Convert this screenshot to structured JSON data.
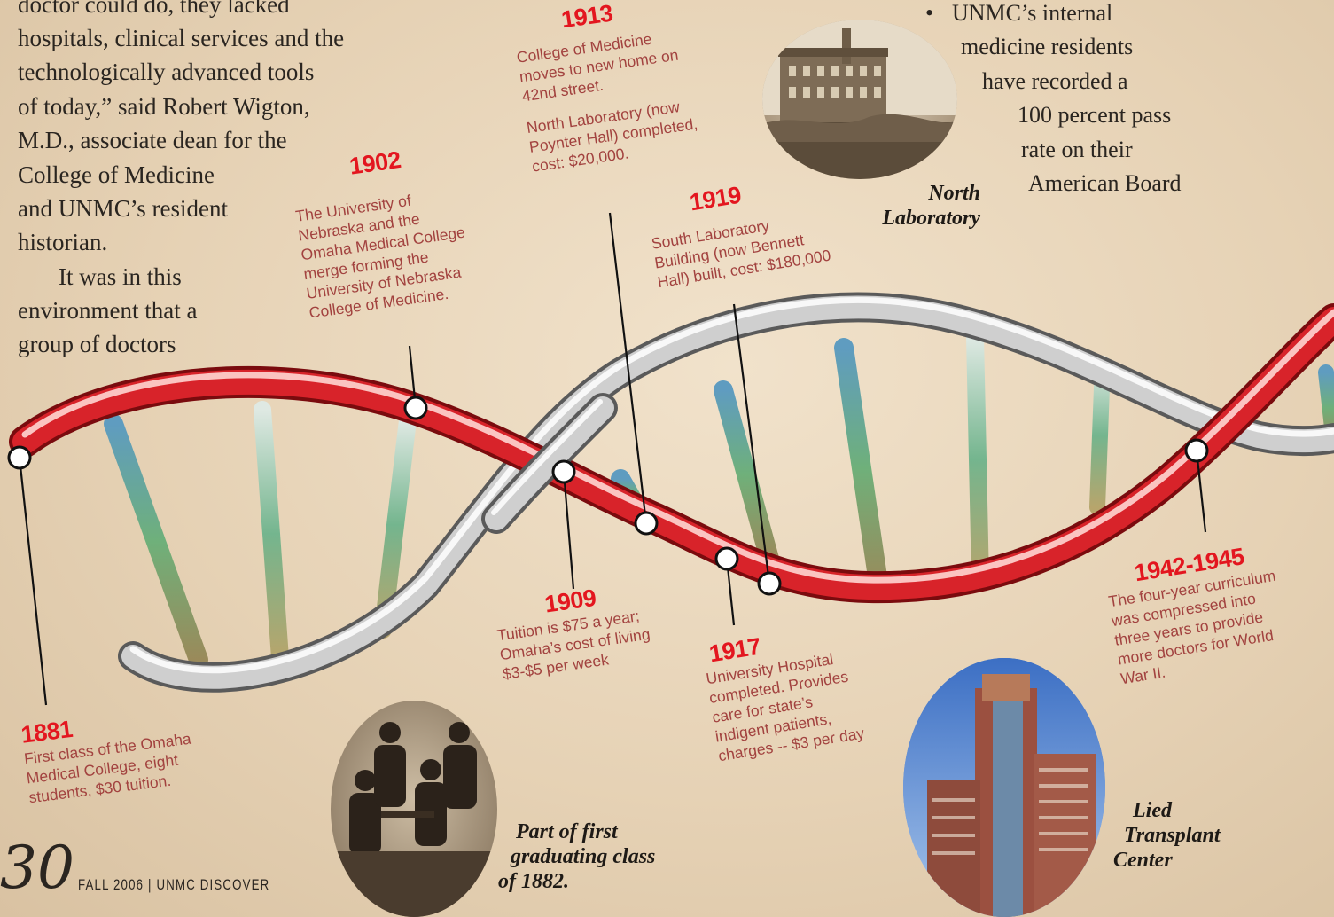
{
  "intro_text": [
    "doctor could do, they lacked",
    "hospitals, clinical services and the",
    "technologically advanced tools",
    "of today,” said Robert Wigton,",
    "M.D., associate dean for the",
    "College of Medicine",
    "and UNMC’s resident",
    "historian.",
    "It was in this",
    "environment that a",
    "group of doctors"
  ],
  "sidebar_bullet": {
    "marker": "•",
    "lines": [
      "UNMC’s internal",
      "medicine residents",
      "have recorded a",
      "100 percent pass",
      "rate on their",
      "American Board"
    ]
  },
  "timeline": [
    {
      "id": "1881",
      "year": "1881",
      "lines": [
        "First class of the Omaha",
        "Medical College, eight",
        "students, $30 tuition."
      ]
    },
    {
      "id": "1902",
      "year": "1902",
      "lines": [
        "The University of",
        "Nebraska and the",
        "Omaha Medical College",
        "merge forming the",
        "University of Nebraska",
        "College of Medicine."
      ]
    },
    {
      "id": "1909",
      "year": "1909",
      "lines": [
        "Tuition is $75 a year;",
        "Omaha’s cost of living",
        "$3-$5 per week"
      ]
    },
    {
      "id": "1913",
      "year": "1913",
      "lines": [
        "College of Medicine",
        "moves to new home on",
        "42nd street.",
        "",
        "North Laboratory (now",
        "Poynter Hall) completed,",
        "cost: $20,000."
      ]
    },
    {
      "id": "1917",
      "year": "1917",
      "lines": [
        "University Hospital",
        "completed. Provides",
        "care for state’s",
        "indigent patients,",
        "charges -- $3 per day"
      ]
    },
    {
      "id": "1919",
      "year": "1919",
      "lines": [
        "South Laboratory",
        "Building (now Bennett",
        "Hall) built, cost: $180,000"
      ]
    },
    {
      "id": "1942",
      "year": "1942-1945",
      "lines": [
        "The four-year curriculum",
        "was compressed into",
        "three years to provide",
        "more doctors for World",
        "War II."
      ]
    }
  ],
  "captions": {
    "north_lab": [
      "North",
      "Laboratory"
    ],
    "first_class": [
      "Part of first",
      "graduating class",
      "of 1882."
    ],
    "lied": [
      "Lied",
      "Transplant",
      "Center"
    ]
  },
  "footer": {
    "page_number": "30",
    "running_head": "FALL 2006 | UNMC DISCOVER"
  }
}
